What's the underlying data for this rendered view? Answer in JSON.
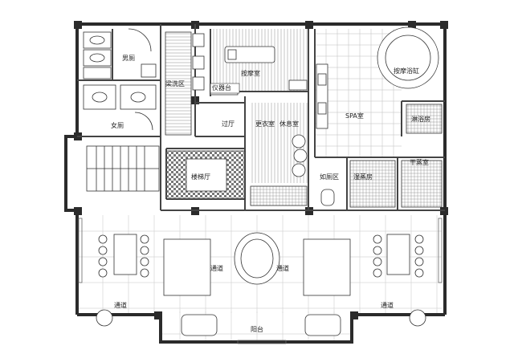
{
  "plan": {
    "rooms": {
      "mens_restroom": "男厕",
      "womens_restroom": "女厕",
      "washing_area": "梁洗区",
      "massage_room": "按摩室",
      "instrument_counter": "仪器台",
      "massage_tub": "按摩浴缸",
      "corridor_hall": "过厅",
      "changing_room": "更衣室",
      "rest_room": "休息室",
      "spa_room": "SPA室",
      "shower_room": "淋浴房",
      "stair_hall": "楼梯厅",
      "toilet_area": "如厕区",
      "wet_steam": "湿蒸房",
      "dry_steam": "干蒸室",
      "passage_left_center": "通道",
      "passage_right_center": "通道",
      "passage_far_left": "通道",
      "passage_far_right": "通道",
      "balcony": "阳台"
    }
  },
  "colors": {
    "wall": "#2b2b2b",
    "line": "#444444",
    "hatch": "#9a9a9a",
    "background": "#ffffff"
  }
}
